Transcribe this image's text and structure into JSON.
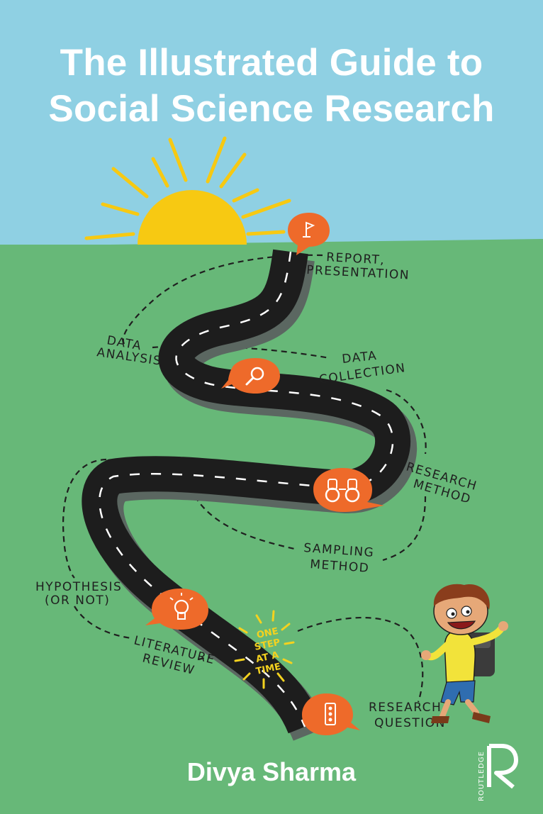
{
  "book": {
    "title_line1": "The Illustrated Guide to",
    "title_line2": "Social Science Research",
    "author": "Divya Sharma",
    "publisher": "ROUTLEDGE"
  },
  "stages": {
    "report_1": "REPORT,",
    "report_2": "PRESENTATION",
    "analysis_1": "DATA",
    "analysis_2": "ANALYSIS",
    "collection_1": "DATA",
    "collection_2": "COLLECTION",
    "method_1": "RESEARCH",
    "method_2": "METHOD",
    "sampling_1": "SAMPLING",
    "sampling_2": "METHOD",
    "hypothesis_1": "HYPOTHESIS",
    "hypothesis_2": "(OR NOT)",
    "literature_1": "LITERATURE",
    "literature_2": "REVIEW",
    "question_1": "RESEARCH",
    "question_2": "QUESTION"
  },
  "motto": {
    "line1": "ONE",
    "line2": "STEP",
    "line3": "AT A",
    "line4": "TIME"
  },
  "icons": [
    "flag-icon",
    "magnifier-icon",
    "binoculars-icon",
    "lightbulb-icon",
    "traffic-light-icon",
    "routledge-logo"
  ],
  "colors": {
    "sky": "#8fd0e3",
    "grass": "#67b878",
    "sun": "#f7c912",
    "road": "#1d1d1d",
    "bubble": "#ee6a2a",
    "shadow": "#5b6761"
  }
}
